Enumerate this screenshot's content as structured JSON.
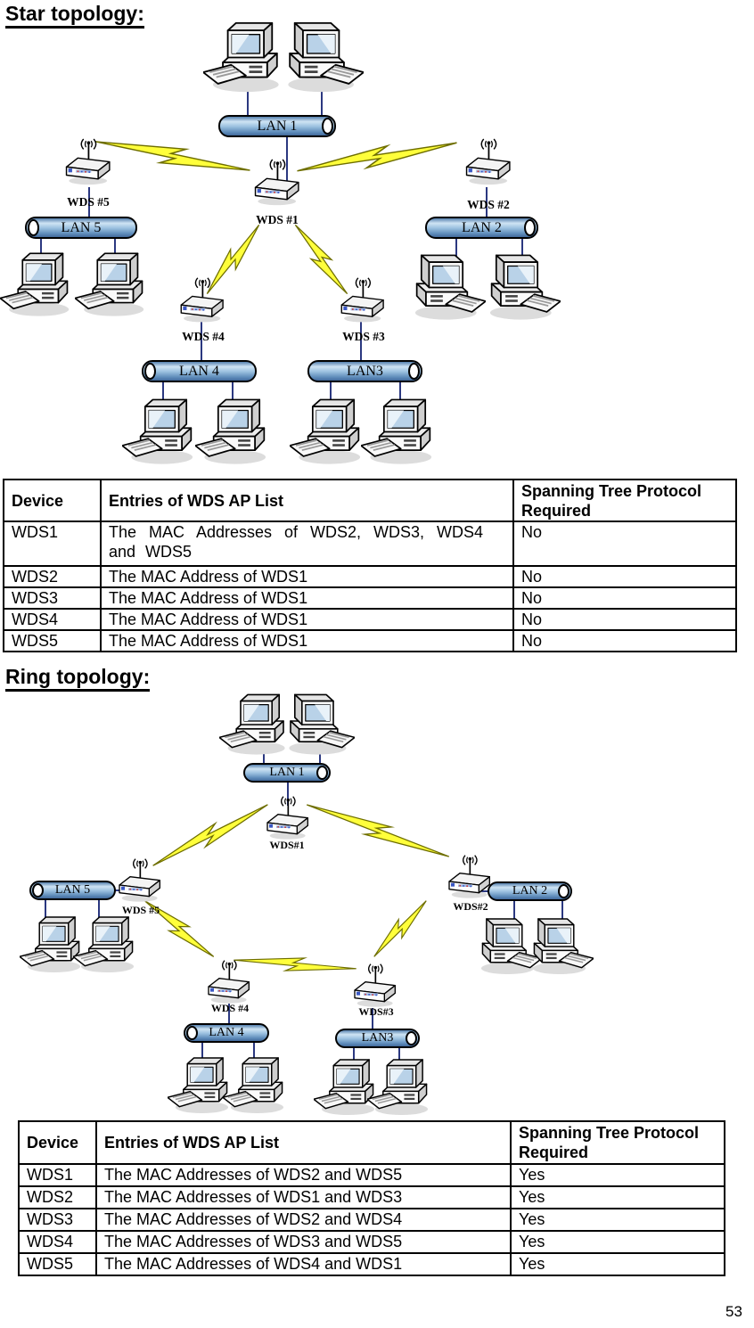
{
  "page": {
    "number": "53"
  },
  "colors": {
    "lan_top": "#cfe4f4",
    "lan_body": "#6f9cc6",
    "bolt_fill": "#ffff3b",
    "wire": "#2b3880"
  },
  "icons": {
    "computer": "desktop-pc-icon",
    "access_point": "wds-access-point-icon",
    "wireless_link": "lightning-bolt-icon",
    "lan_segment": "lan-cylinder"
  },
  "star_section": {
    "heading": "Star topology:",
    "diagram": {
      "lan1": "LAN 1",
      "lan2": "LAN 2",
      "lan3": "LAN3",
      "lan4": "LAN 4",
      "lan5": "LAN 5",
      "wds1": "WDS #1",
      "wds2": "WDS #2",
      "wds3": "WDS #3",
      "wds4": "WDS #4",
      "wds5": "WDS #5"
    },
    "table": {
      "headers": [
        "Device",
        "Entries of WDS AP List",
        "Spanning Tree Protocol Required"
      ],
      "rows": [
        {
          "device": "WDS1",
          "entries": "The MAC Addresses of WDS2, WDS3, WDS4 and WDS5",
          "stp": "No"
        },
        {
          "device": "WDS2",
          "entries": "The MAC Address of WDS1",
          "stp": "No"
        },
        {
          "device": "WDS3",
          "entries": "The MAC Address of WDS1",
          "stp": "No"
        },
        {
          "device": "WDS4",
          "entries": "The MAC Address of WDS1",
          "stp": "No"
        },
        {
          "device": "WDS5",
          "entries": "The MAC Address of WDS1",
          "stp": "No"
        }
      ]
    }
  },
  "ring_section": {
    "heading": "Ring topology:",
    "diagram": {
      "lan1": "LAN 1",
      "lan2": "LAN 2",
      "lan3": "LAN3",
      "lan4": "LAN 4",
      "lan5": "LAN 5",
      "wds1": "WDS#1",
      "wds2": "WDS#2",
      "wds3": "WDS#3",
      "wds4": "WDS #4",
      "wds5": "WDS #5"
    },
    "table": {
      "headers": [
        "Device",
        "Entries of WDS AP List",
        "Spanning Tree Protocol Required"
      ],
      "rows": [
        {
          "device": "WDS1",
          "entries": "The MAC Addresses of WDS2 and WDS5",
          "stp": "Yes"
        },
        {
          "device": "WDS2",
          "entries": "The MAC Addresses of WDS1 and WDS3",
          "stp": "Yes"
        },
        {
          "device": "WDS3",
          "entries": "The MAC Addresses of WDS2 and WDS4",
          "stp": "Yes"
        },
        {
          "device": "WDS4",
          "entries": "The MAC Addresses of WDS3 and WDS5",
          "stp": "Yes"
        },
        {
          "device": "WDS5",
          "entries": "The MAC Addresses of WDS4 and WDS1",
          "stp": "Yes"
        }
      ]
    }
  }
}
